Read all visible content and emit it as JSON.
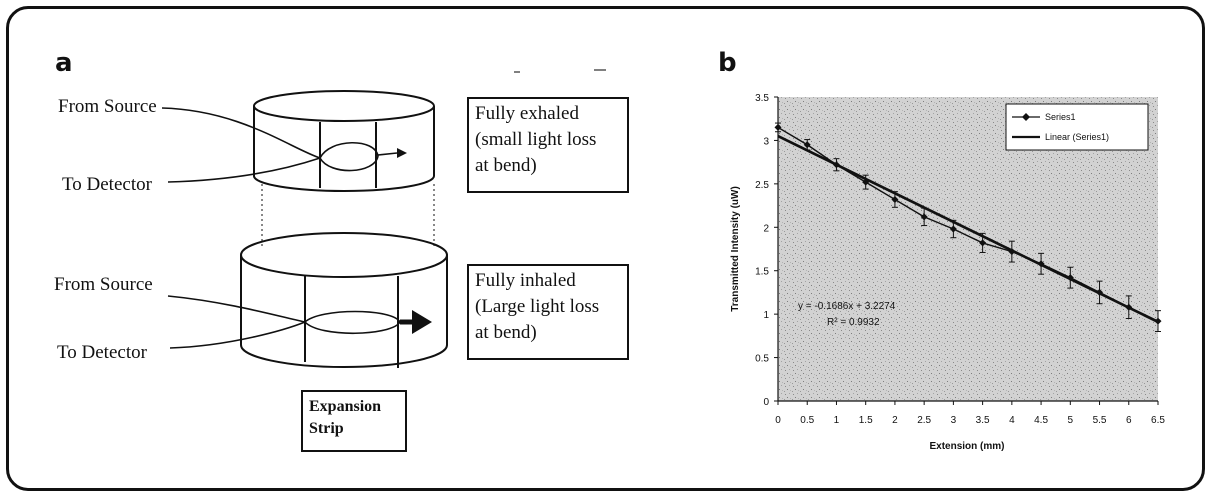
{
  "panel_a": {
    "label": "a",
    "top": {
      "from_source": "From Source",
      "to_detector": "To Detector",
      "box_lines": [
        "Fully exhaled",
        "(small light loss",
        "at bend)"
      ]
    },
    "bottom": {
      "from_source": "From Source",
      "to_detector": "To Detector",
      "box_lines": [
        "Fully inhaled",
        "(Large light loss",
        "at bend)"
      ]
    },
    "strip_lines": [
      "Expansion",
      "Strip"
    ]
  },
  "panel_b": {
    "label": "b",
    "equation": "y = -0.1686x + 3.2274",
    "r_squared": "R² = 0.9932"
  },
  "chart_data": {
    "type": "line",
    "title": "",
    "xlabel": "Extension (mm)",
    "ylabel": "Transmitted Intensity (uW)",
    "xlim": [
      0,
      6.5
    ],
    "ylim": [
      0,
      3.5
    ],
    "x_ticks": [
      "0",
      "0.5",
      "1",
      "1.5",
      "2",
      "2.5",
      "3",
      "3.5",
      "4",
      "4.5",
      "5",
      "5.5",
      "6",
      "6.5"
    ],
    "y_ticks": [
      "0",
      "0.5",
      "1",
      "1.5",
      "2",
      "2.5",
      "3",
      "3.5"
    ],
    "grid": false,
    "legend_position": "top-right",
    "series": [
      {
        "name": "Series1",
        "x": [
          0,
          0.5,
          1,
          1.5,
          2,
          2.5,
          3,
          3.5,
          4,
          4.5,
          5,
          5.5,
          6,
          6.5
        ],
        "values": [
          3.15,
          2.95,
          2.72,
          2.52,
          2.32,
          2.12,
          1.98,
          1.82,
          1.72,
          1.58,
          1.42,
          1.25,
          1.08,
          0.92
        ],
        "error": [
          0.05,
          0.06,
          0.07,
          0.08,
          0.09,
          0.1,
          0.1,
          0.11,
          0.12,
          0.12,
          0.12,
          0.13,
          0.13,
          0.12
        ]
      },
      {
        "name": "Linear (Series1)",
        "x": [
          0,
          6.5
        ],
        "values": [
          3.05,
          0.91
        ]
      }
    ]
  }
}
